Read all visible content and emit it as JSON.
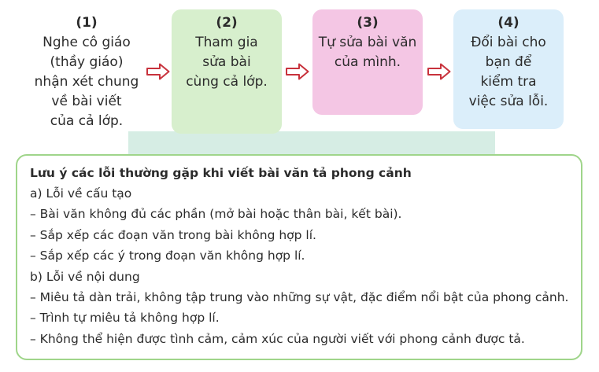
{
  "steps": [
    {
      "number": "(1)",
      "text": "Nghe cô giáo\n(thầy giáo)\nnhận xét chung\nvề bài viết\ncủa cả lớp."
    },
    {
      "number": "(2)",
      "text": "Tham gia\nsửa bài\ncùng cả lớp."
    },
    {
      "number": "(3)",
      "text": "Tự sửa bài văn\ncủa mình."
    },
    {
      "number": "(4)",
      "text": "Đổi bài cho\nbạn để\nkiểm tra\nviệc sửa lỗi."
    }
  ],
  "colors": {
    "step2_bg": "#d7efcd",
    "step3_bg": "#f4c6e4",
    "step4_bg": "#dbeefa",
    "arrow": "#c8323c",
    "note_border": "#9fd58a"
  },
  "icons": {
    "arrow": "right-arrow-icon"
  },
  "note": {
    "title": "Lưu ý các lỗi thường gặp khi viết bài văn tả phong cảnh",
    "section_a": {
      "heading": "a) Lỗi về cấu tạo",
      "items": [
        "– Bài văn không đủ các phần (mở bài hoặc thân bài, kết bài).",
        "– Sắp xếp các đoạn văn trong bài không hợp lí.",
        "– Sắp xếp các ý trong đoạn văn không hợp lí."
      ]
    },
    "section_b": {
      "heading": "b) Lỗi về nội dung",
      "items": [
        "– Miêu tả dàn trải, không tập trung vào những sự vật, đặc điểm nổi bật của phong cảnh.",
        "– Trình tự miêu tả không hợp lí.",
        "– Không thể hiện được tình cảm, cảm xúc của người viết với phong cảnh được tả."
      ]
    }
  }
}
